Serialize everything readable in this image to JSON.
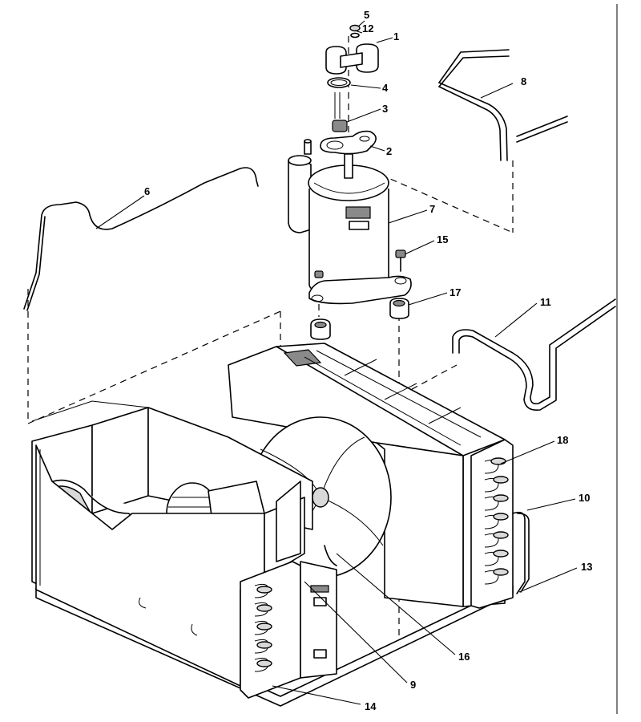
{
  "callouts": [
    {
      "id": "c5",
      "label": "5"
    },
    {
      "id": "c12",
      "label": "12"
    },
    {
      "id": "c1",
      "label": "1"
    },
    {
      "id": "c4",
      "label": "4"
    },
    {
      "id": "c8",
      "label": "8"
    },
    {
      "id": "c3",
      "label": "3"
    },
    {
      "id": "c2",
      "label": "2"
    },
    {
      "id": "c6",
      "label": "6"
    },
    {
      "id": "c7",
      "label": "7"
    },
    {
      "id": "c15",
      "label": "15"
    },
    {
      "id": "c17",
      "label": "17"
    },
    {
      "id": "c11",
      "label": "11"
    },
    {
      "id": "c18",
      "label": "18"
    },
    {
      "id": "c10",
      "label": "10"
    },
    {
      "id": "c13",
      "label": "13"
    },
    {
      "id": "c16",
      "label": "16"
    },
    {
      "id": "c9",
      "label": "9"
    },
    {
      "id": "c14",
      "label": "14"
    }
  ]
}
